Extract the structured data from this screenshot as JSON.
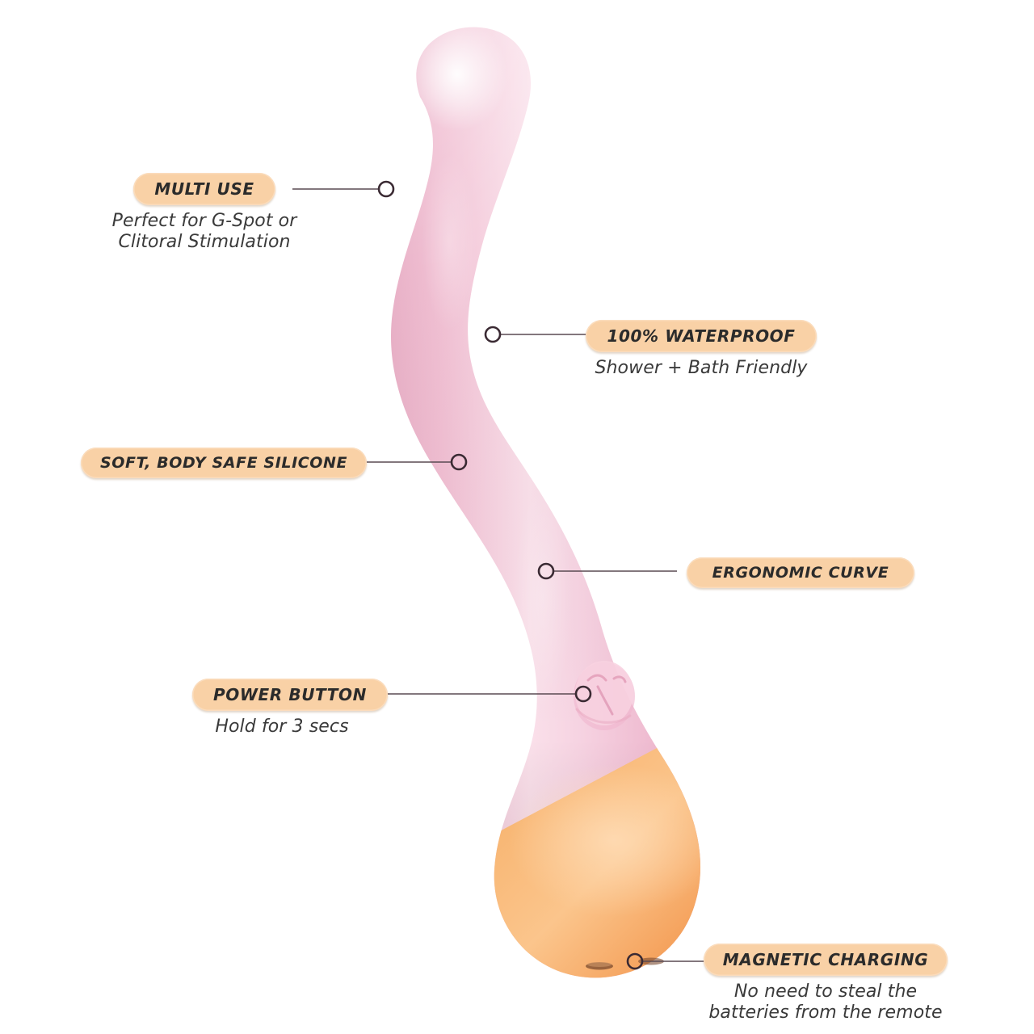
{
  "page": {
    "background_color": "#ffffff",
    "title": "Product feature infographic"
  },
  "product": {
    "name": "curved-silicone-vibrator",
    "body_color": "#f2c2d4",
    "body_color_light": "#f9dbe6",
    "base_color": "#f4a15c",
    "base_color_light": "#fbc289",
    "highlight_color": "#ffffff",
    "power_button_label": "power-button-emboss",
    "charging_contacts": "magnetic-charging-contacts"
  },
  "style": {
    "badge_fill": "#f9d1a6",
    "badge_text_color": "#2b2b2b",
    "badge_edge": "#fbdcbc",
    "subtitle_color": "#3a3a3a",
    "leader_line_color": "#5a4a52",
    "marker_stroke": "#3a2a33"
  },
  "callouts": [
    {
      "id": "multi-use",
      "title": "MULTI USE",
      "subtitle": "Perfect for G-Spot or\nClitoral Stimulation",
      "side": "left"
    },
    {
      "id": "waterproof",
      "title": "100% WATERPROOF",
      "subtitle": "Shower + Bath Friendly",
      "side": "right"
    },
    {
      "id": "silicone",
      "title": "SOFT, BODY SAFE SILICONE",
      "subtitle": "",
      "side": "left"
    },
    {
      "id": "ergonomic",
      "title": "ERGONOMIC CURVE",
      "subtitle": "",
      "side": "right"
    },
    {
      "id": "power",
      "title": "POWER BUTTON",
      "subtitle": "Hold for 3 secs",
      "side": "left"
    },
    {
      "id": "magnetic",
      "title": "MAGNETIC CHARGING",
      "subtitle": "No need to steal the\nbatteries from the remote",
      "side": "right"
    }
  ]
}
